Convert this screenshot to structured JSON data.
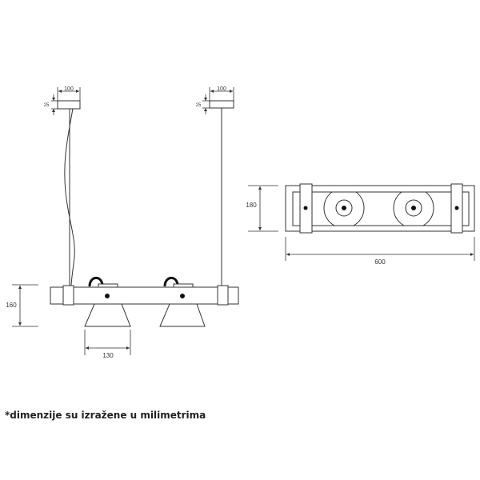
{
  "side_view": {
    "canopy_width_left": "100",
    "canopy_height_left": "25",
    "canopy_width_right": "100",
    "canopy_height_right": "25",
    "body_height": "160",
    "shade_width": "130"
  },
  "top_view": {
    "depth": "180",
    "length": "600"
  },
  "footnote": "*dimenzije su izražene u milimetrima"
}
